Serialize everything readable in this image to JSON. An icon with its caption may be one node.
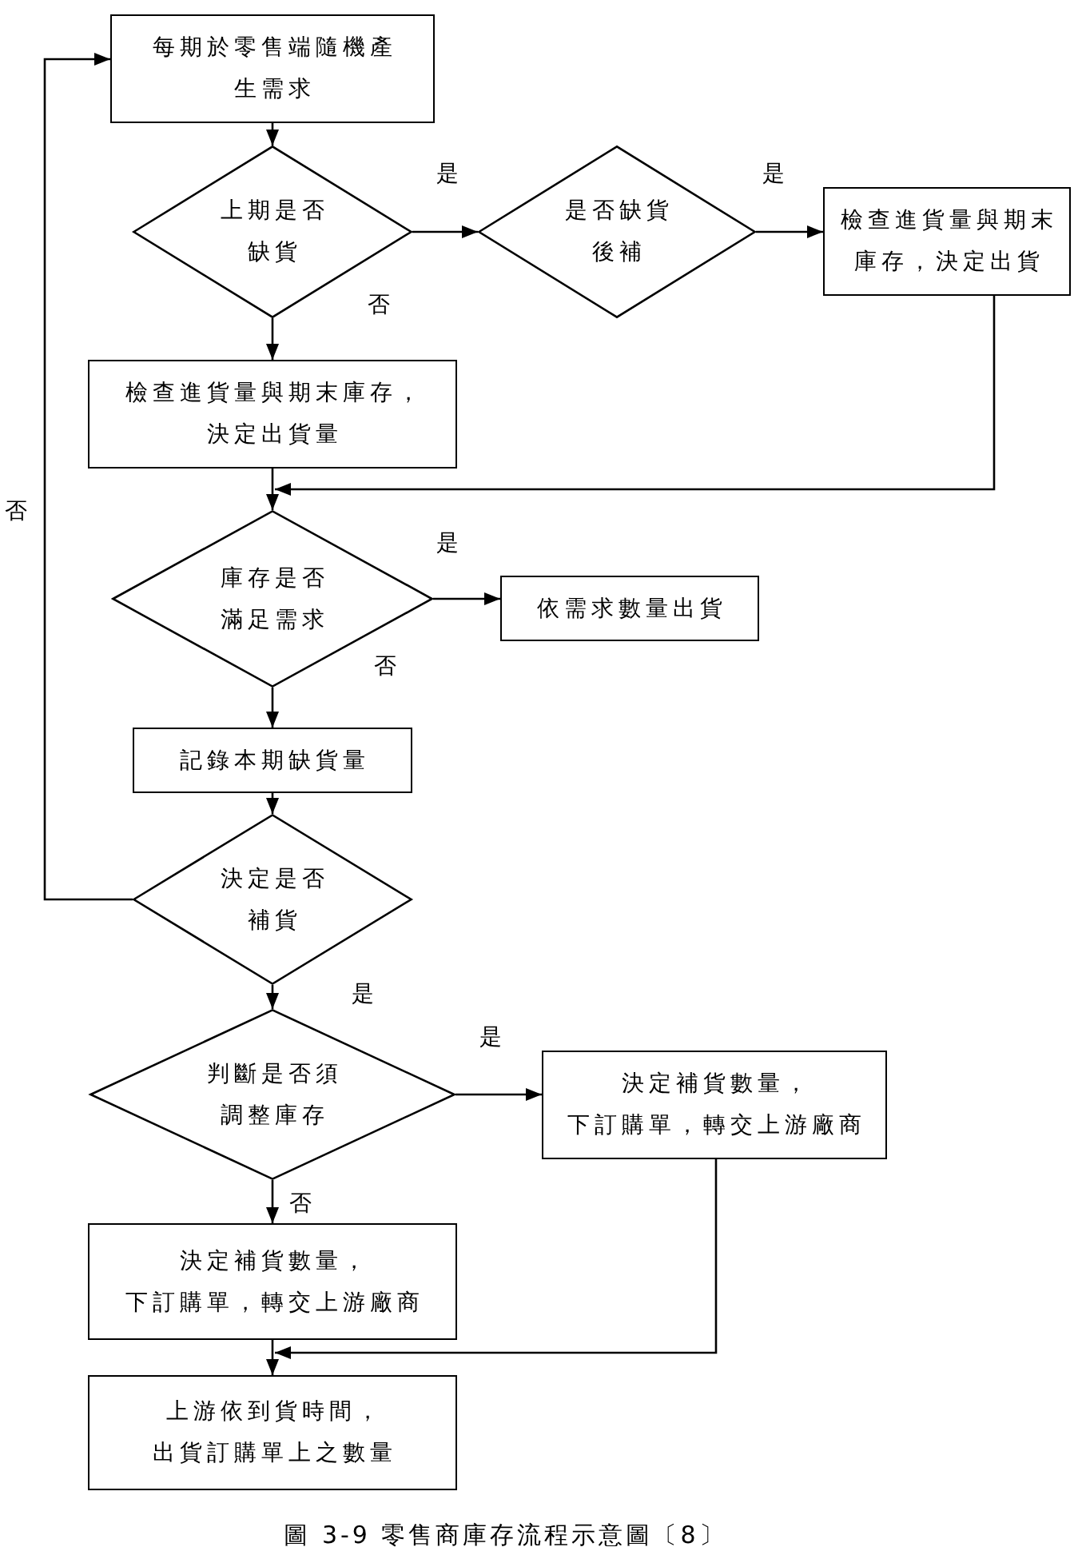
{
  "diagram": {
    "caption": "圖 3-9 零售商庫存流程示意圖〔8〕",
    "nodes": [
      {
        "text": [
          "每期於零售端隨機產生需求"
        ]
      },
      {
        "text": [
          "上期是否缺貨"
        ]
      },
      {
        "text": [
          "是否缺貨後補"
        ]
      },
      {
        "text": [
          "檢查進貨量與期末庫存，決定出貨"
        ]
      },
      {
        "text": [
          "檢查進貨量與期末庫存，決定出貨量"
        ]
      },
      {
        "text": [
          "庫存是否滿足需求"
        ]
      },
      {
        "text": [
          "依需求數量出貨"
        ]
      },
      {
        "text": [
          "記錄本期缺貨量"
        ]
      },
      {
        "text": [
          "決定是否補貨"
        ]
      },
      {
        "text": [
          "判斷是否須調整庫存"
        ]
      },
      {
        "text": [
          "決定補貨數量，下訂購單，轉交上游廠商"
        ]
      },
      {
        "text": [
          "決定補貨數量，下訂購單，轉交上游廠商"
        ]
      },
      {
        "text": [
          "上游依到貨時間，出貨訂購單上之數量"
        ]
      }
    ],
    "edges": [
      {
        "from": 0,
        "to": 1,
        "arrow": "to"
      },
      {
        "from": 1,
        "to": 2,
        "arrow": "to",
        "label": "是"
      },
      {
        "from": 2,
        "to": 3,
        "arrow": "to",
        "label": "是"
      },
      {
        "from": 1,
        "to": 4,
        "arrow": "to",
        "label": "否"
      },
      {
        "from": 3,
        "to": 5,
        "arrow": "to"
      },
      {
        "from": 4,
        "to": 5,
        "arrow": "to"
      },
      {
        "from": 5,
        "to": 6,
        "arrow": "to",
        "label": "是"
      },
      {
        "from": 5,
        "to": 7,
        "arrow": "to",
        "label": "否"
      },
      {
        "from": 7,
        "to": 8,
        "arrow": "to"
      },
      {
        "from": 8,
        "to": 0,
        "arrow": "to",
        "label": "否"
      },
      {
        "from": 8,
        "to": 9,
        "arrow": "to",
        "label": "是"
      },
      {
        "from": 9,
        "to": 10,
        "arrow": "to",
        "label": "是"
      },
      {
        "from": 9,
        "to": 11,
        "arrow": "to",
        "label": "否"
      },
      {
        "from": 10,
        "to": 12,
        "arrow": "to"
      },
      {
        "from": 11,
        "to": 12,
        "arrow": "to"
      }
    ]
  }
}
